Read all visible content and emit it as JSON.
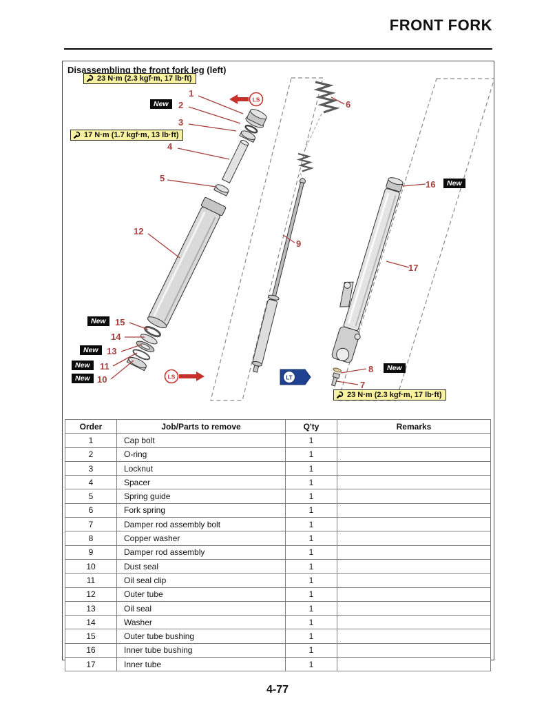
{
  "page": {
    "header_title": "FRONT FORK",
    "page_number": "4-77"
  },
  "figure": {
    "title": "Disassembling the front fork leg (left)",
    "new_label": "New",
    "ls_label": "LS",
    "lt_label": "LT",
    "torque_top": "23 N·m (2.3 kgf·m, 17 lb·ft)",
    "torque_mid": "17 N·m (1.7 kgf·m, 13 lb·ft)",
    "torque_bottom": "23 N·m (2.3 kgf·m, 17 lb·ft)",
    "callouts": {
      "c1": "1",
      "c2": "2",
      "c3": "3",
      "c4": "4",
      "c5": "5",
      "c6": "6",
      "c7": "7",
      "c8": "8",
      "c9": "9",
      "c10": "10",
      "c11": "11",
      "c12": "12",
      "c13": "13",
      "c14": "14",
      "c15": "15",
      "c16": "16",
      "c17": "17"
    }
  },
  "table": {
    "headers": {
      "order": "Order",
      "job": "Job/Parts to remove",
      "qty": "Q'ty",
      "remarks": "Remarks"
    },
    "rows": [
      {
        "order": "1",
        "part": "Cap bolt",
        "qty": "1",
        "remarks": ""
      },
      {
        "order": "2",
        "part": "O-ring",
        "qty": "1",
        "remarks": ""
      },
      {
        "order": "3",
        "part": "Locknut",
        "qty": "1",
        "remarks": ""
      },
      {
        "order": "4",
        "part": "Spacer",
        "qty": "1",
        "remarks": ""
      },
      {
        "order": "5",
        "part": "Spring guide",
        "qty": "1",
        "remarks": ""
      },
      {
        "order": "6",
        "part": "Fork spring",
        "qty": "1",
        "remarks": ""
      },
      {
        "order": "7",
        "part": "Damper rod assembly bolt",
        "qty": "1",
        "remarks": ""
      },
      {
        "order": "8",
        "part": "Copper washer",
        "qty": "1",
        "remarks": ""
      },
      {
        "order": "9",
        "part": "Damper rod assembly",
        "qty": "1",
        "remarks": ""
      },
      {
        "order": "10",
        "part": "Dust seal",
        "qty": "1",
        "remarks": ""
      },
      {
        "order": "11",
        "part": "Oil seal clip",
        "qty": "1",
        "remarks": ""
      },
      {
        "order": "12",
        "part": "Outer tube",
        "qty": "1",
        "remarks": ""
      },
      {
        "order": "13",
        "part": "Oil seal",
        "qty": "1",
        "remarks": ""
      },
      {
        "order": "14",
        "part": "Washer",
        "qty": "1",
        "remarks": ""
      },
      {
        "order": "15",
        "part": "Outer tube bushing",
        "qty": "1",
        "remarks": ""
      },
      {
        "order": "16",
        "part": "Inner tube bushing",
        "qty": "1",
        "remarks": ""
      },
      {
        "order": "17",
        "part": "Inner tube",
        "qty": "1",
        "remarks": ""
      }
    ]
  }
}
